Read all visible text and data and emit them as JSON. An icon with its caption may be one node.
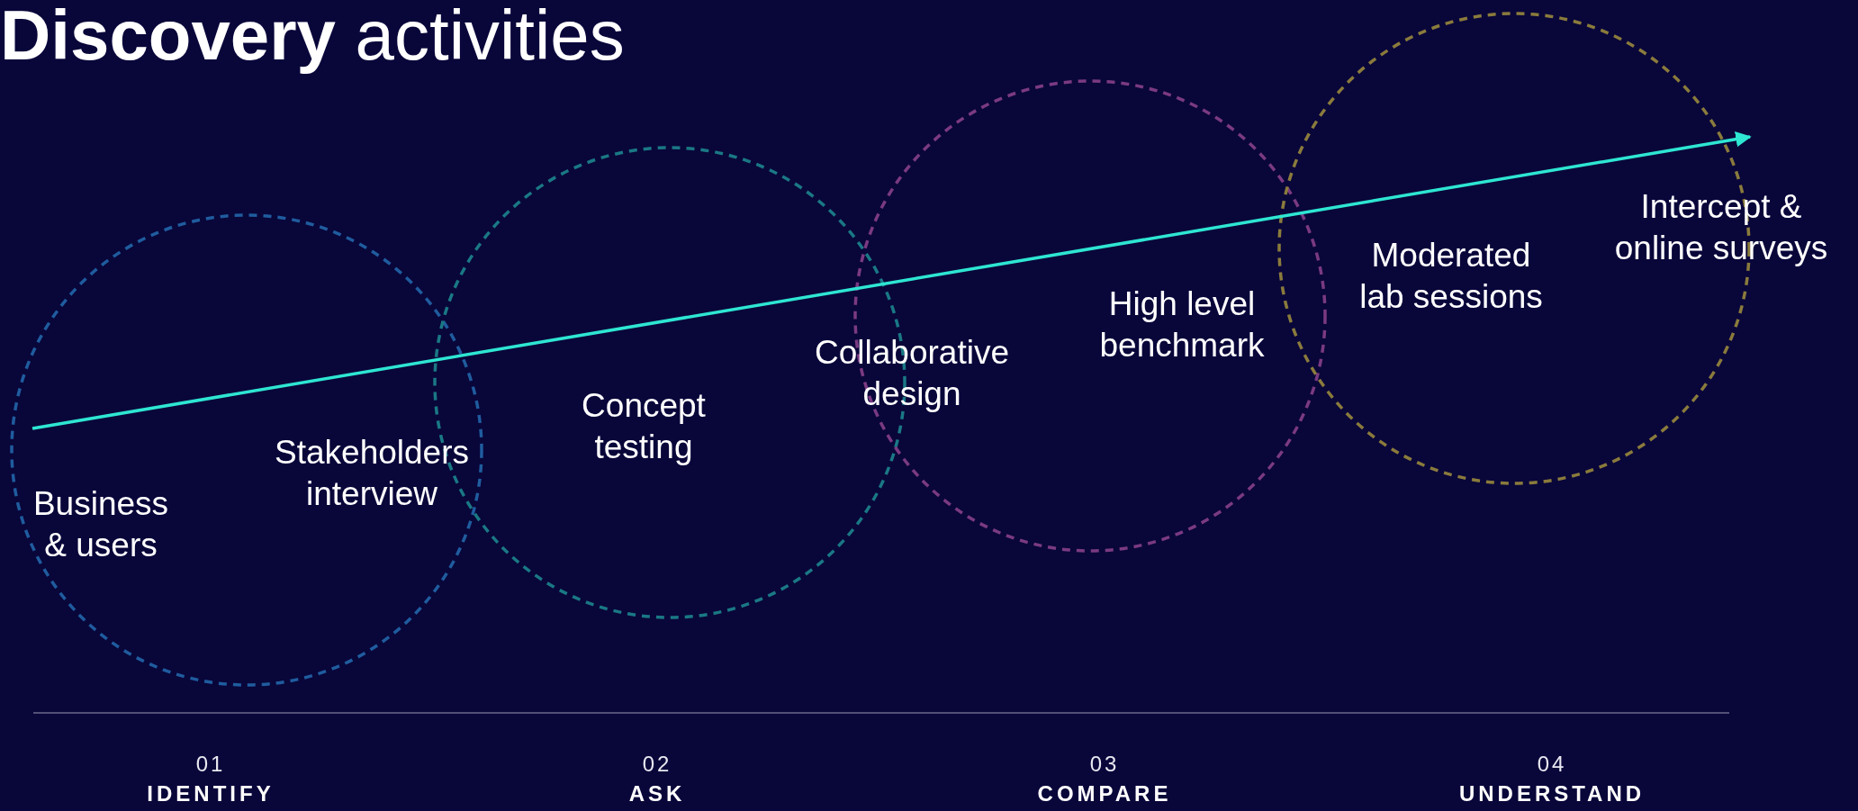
{
  "diagram": {
    "title": "**Discovery** activities",
    "labels": [
      "Intercept & online surveys",
      "Moderated lab sessions",
      "High level benchmark",
      "Collaborative design",
      "Concept testing",
      "Stakeholders interview",
      "Business & users",
      "01",
      "02",
      "03",
      "04",
      "IDENTIFY",
      "ASK",
      "COMPARE",
      "UNDERSTAND"
    ]
  }
}
